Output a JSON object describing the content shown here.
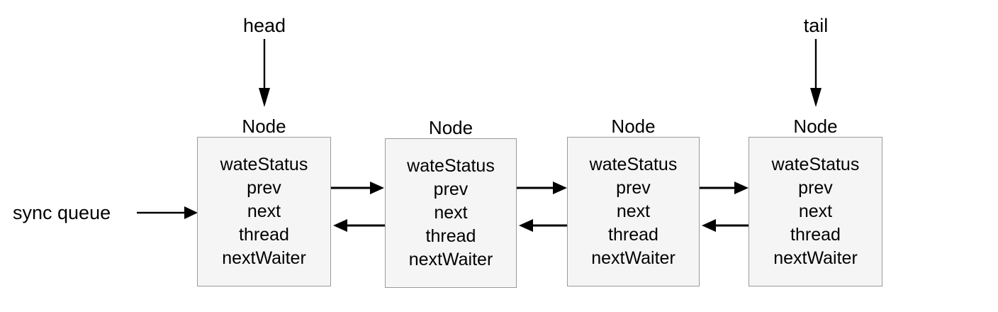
{
  "diagram": {
    "title_label": "sync queue",
    "node_title": "Node",
    "fields": [
      "wateStatus",
      "prev",
      "next",
      "thread",
      "nextWaiter"
    ],
    "pointers": [
      {
        "name": "head",
        "label": "head",
        "target_node_index": 0
      },
      {
        "name": "tail",
        "label": "tail",
        "target_node_index": 3
      }
    ],
    "nodes": [
      {
        "title": "Node",
        "fields": [
          "wateStatus",
          "prev",
          "next",
          "thread",
          "nextWaiter"
        ]
      },
      {
        "title": "Node",
        "fields": [
          "wateStatus",
          "prev",
          "next",
          "thread",
          "nextWaiter"
        ]
      },
      {
        "title": "Node",
        "fields": [
          "wateStatus",
          "prev",
          "next",
          "thread",
          "nextWaiter"
        ]
      },
      {
        "title": "Node",
        "fields": [
          "wateStatus",
          "prev",
          "next",
          "thread",
          "nextWaiter"
        ]
      }
    ],
    "entry_arrow_label": "sync queue",
    "colors": {
      "node_fill": "#f5f5f5",
      "node_border": "#9a9a9a",
      "text": "#000000",
      "arrow": "#000000",
      "background": "#ffffff"
    }
  }
}
